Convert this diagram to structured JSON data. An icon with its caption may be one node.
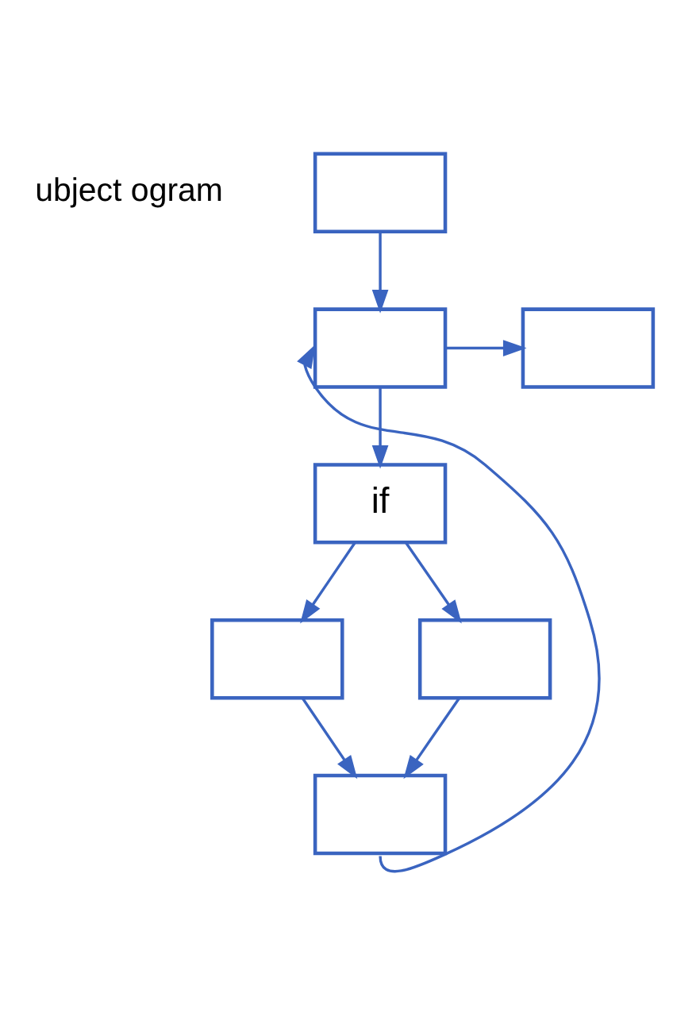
{
  "diagram": {
    "nodes": [
      {
        "text": [],
        "shape": "box"
      },
      {
        "text": [],
        "shape": "box"
      },
      {
        "text": [],
        "shape": "box"
      },
      {
        "text": [
          "if"
        ]
      },
      {
        "text": [],
        "shape": "box"
      },
      {
        "text": [],
        "shape": "box"
      },
      {
        "text": [],
        "shape": "box"
      }
    ],
    "edges": [
      {
        "from": 0,
        "to": 1,
        "arrow": "to"
      },
      {
        "from": 1,
        "to": 2,
        "arrow": "to"
      },
      {
        "from": 1,
        "to": 3,
        "arrow": "to"
      },
      {
        "from": 3,
        "to": 4,
        "arrow": "to"
      },
      {
        "from": 3,
        "to": 5,
        "arrow": "to"
      },
      {
        "from": 4,
        "to": 6,
        "arrow": "to"
      },
      {
        "from": 5,
        "to": 6,
        "arrow": "to"
      },
      {
        "from": 6,
        "to": 1,
        "arrow": "to"
      }
    ],
    "labels": [
      "ubject ogram"
    ]
  }
}
